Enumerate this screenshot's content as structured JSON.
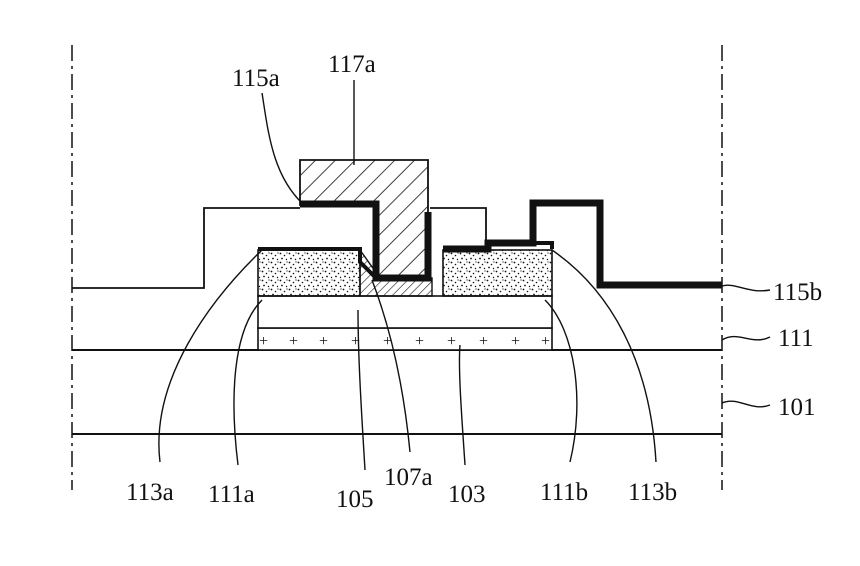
{
  "diagram": {
    "labels": {
      "l115a": "115a",
      "l117a": "117a",
      "l115b": "115b",
      "l111": "111",
      "l101": "101",
      "l113a": "113a",
      "l111a": "111a",
      "l105": "105",
      "l107a": "107a",
      "l103": "103",
      "l111b": "111b",
      "l113b": "113b"
    },
    "plus_mark": "+",
    "colors": {
      "ink": "#111111",
      "background": "#ffffff"
    }
  }
}
